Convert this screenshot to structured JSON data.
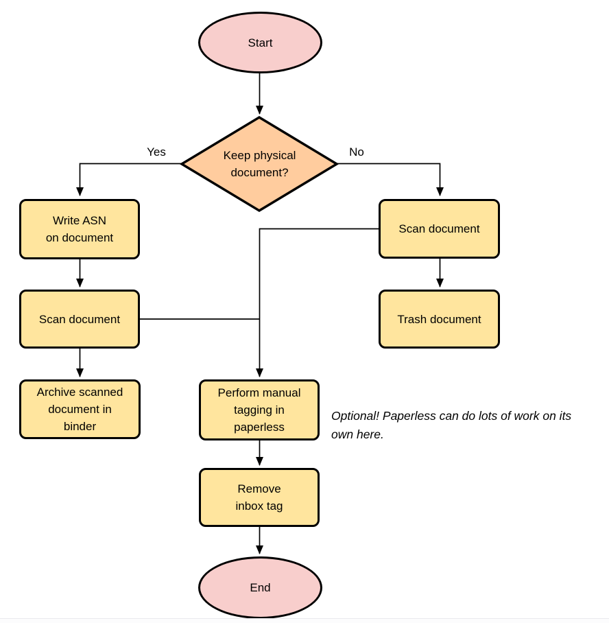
{
  "colors": {
    "terminal_fill": "#F8CECC",
    "decision_fill": "#FFCC9E",
    "process_fill": "#FFE59E",
    "stroke": "#000000",
    "background": "#FFFFFF"
  },
  "nodes": {
    "start": {
      "lines": [
        "Start"
      ]
    },
    "decision": {
      "lines": [
        "Keep physical",
        "document?"
      ]
    },
    "write_asn": {
      "lines": [
        "Write ASN",
        "on document"
      ]
    },
    "scan_left": {
      "lines": [
        "Scan document"
      ]
    },
    "archive": {
      "lines": [
        "Archive scanned",
        "document in",
        "binder"
      ]
    },
    "scan_right": {
      "lines": [
        "Scan document"
      ]
    },
    "trash": {
      "lines": [
        "Trash document"
      ]
    },
    "tagging": {
      "lines": [
        "Perform manual",
        "tagging in",
        "paperless"
      ]
    },
    "remove_inbox": {
      "lines": [
        "Remove",
        "inbox tag"
      ]
    },
    "end": {
      "lines": [
        "End"
      ]
    }
  },
  "edge_labels": {
    "yes": "Yes",
    "no": "No"
  },
  "annotation": "Optional! Paperless can do lots of work on its own here."
}
